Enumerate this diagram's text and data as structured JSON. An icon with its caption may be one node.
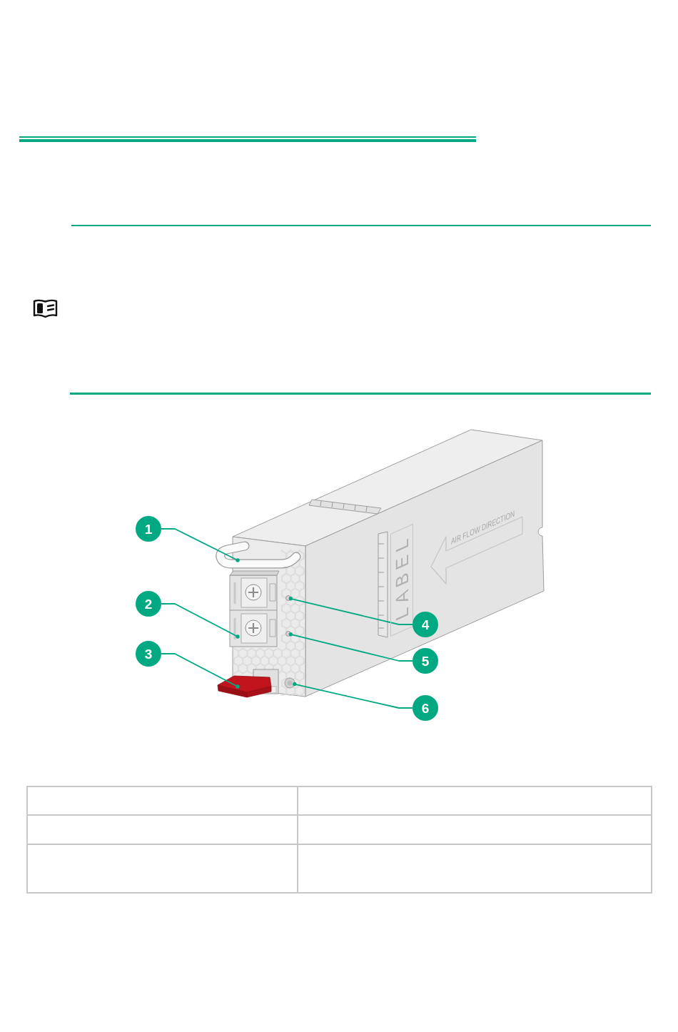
{
  "diagram": {
    "nodes": [
      {
        "text": [
          "1"
        ]
      },
      {
        "text": [
          "2"
        ]
      },
      {
        "text": [
          "3"
        ]
      },
      {
        "text": [
          "4"
        ]
      },
      {
        "text": [
          "5"
        ]
      },
      {
        "text": [
          "6"
        ]
      },
      {
        "text": [],
        "shape": "picture"
      },
      {
        "text": [],
        "shape": "picture"
      },
      {
        "text": [],
        "shape": "picture"
      },
      {
        "text": [],
        "shape": "circle"
      },
      {
        "text": [],
        "shape": "circle"
      },
      {
        "text": [],
        "shape": "circle"
      }
    ],
    "edges": [
      {
        "from": 0,
        "to": 6,
        "arrow": "other"
      },
      {
        "from": 1,
        "to": 7,
        "arrow": "other"
      },
      {
        "from": 2,
        "to": 8,
        "arrow": "other"
      },
      {
        "from": 3,
        "to": 9,
        "arrow": "other"
      },
      {
        "from": 4,
        "to": 10,
        "arrow": "other"
      },
      {
        "from": 5,
        "to": 11,
        "arrow": "other"
      }
    ],
    "labels": [
      "LABEL",
      "AIR FLOW DIRECTION"
    ]
  }
}
